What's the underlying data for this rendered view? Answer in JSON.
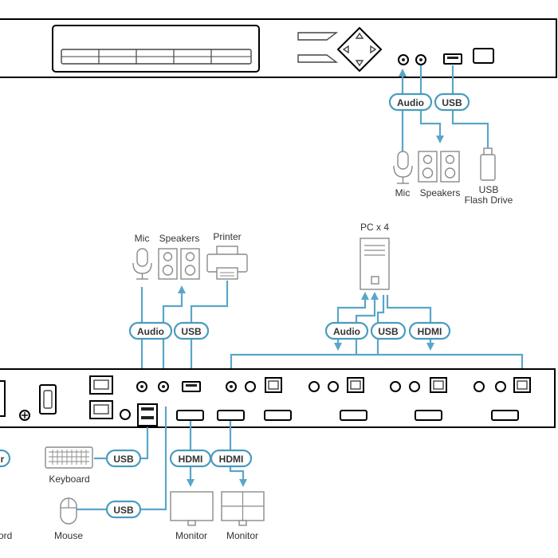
{
  "top_unit": {
    "peripherals": {
      "mic": "Mic",
      "speakers": "Speakers",
      "usb_flash_line1": "USB",
      "usb_flash_line2": "Flash Drive"
    },
    "connections": {
      "audio": "Audio",
      "usb": "USB"
    }
  },
  "console_peripherals": {
    "mic": "Mic",
    "speakers": "Speakers",
    "printer": "Printer",
    "keyboard": "Keyboard",
    "mouse": "Mouse",
    "monitor_1": "Monitor",
    "monitor_2": "Monitor",
    "cut_left_top": "r",
    "cut_left_bottom": "ord"
  },
  "console_connections": {
    "audio": "Audio",
    "usb": "USB",
    "keyboard_usb": "USB",
    "mouse_usb": "USB",
    "hdmi_1": "HDMI",
    "hdmi_2": "HDMI"
  },
  "computers": {
    "label": "PC x 4",
    "audio": "Audio",
    "usb": "USB",
    "hdmi": "HDMI"
  },
  "colors": {
    "cable": "#5aa6c8",
    "pill_border": "#4a9bbf",
    "device_outline": "#000000",
    "peripheral_outline": "#8a8a8a"
  }
}
